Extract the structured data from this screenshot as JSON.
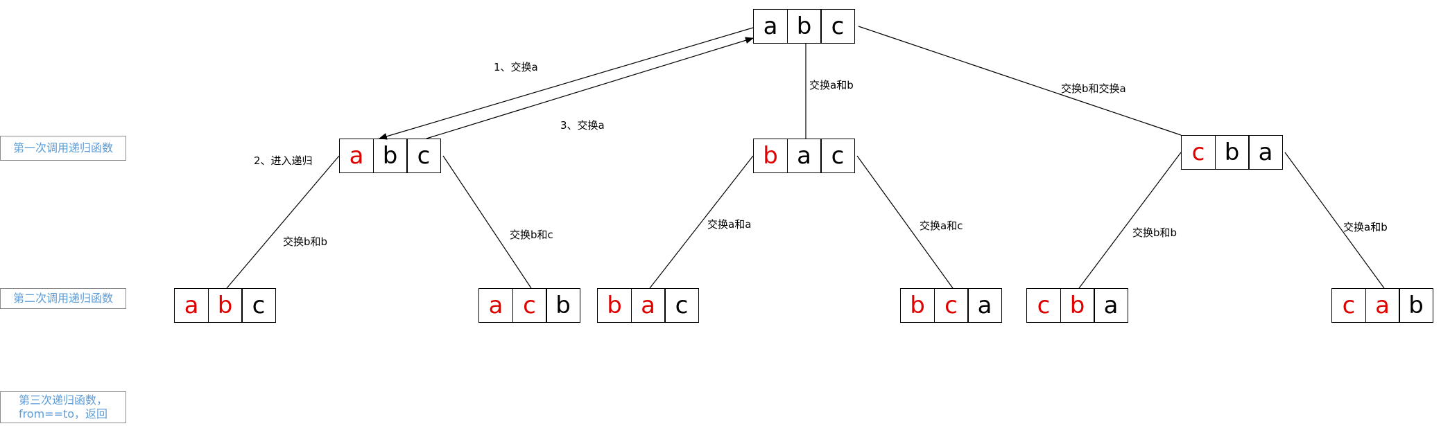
{
  "colors": {
    "highlight": "#e00000",
    "normal": "#000000",
    "label_text": "#5b9bd5",
    "line": "#000000"
  },
  "row_labels": {
    "first": "第一次调用递归函数",
    "second": "第二次调用递归函数",
    "third_line1": "第三次递归函数，",
    "third_line2": "from==to，返回"
  },
  "nodes": {
    "root": {
      "cells": [
        {
          "ch": "a",
          "red": false
        },
        {
          "ch": "b",
          "red": false
        },
        {
          "ch": "c",
          "red": false
        }
      ]
    },
    "l1_a": {
      "cells": [
        {
          "ch": "a",
          "red": true
        },
        {
          "ch": "b",
          "red": false
        },
        {
          "ch": "c",
          "red": false
        }
      ]
    },
    "l1_b": {
      "cells": [
        {
          "ch": "b",
          "red": true
        },
        {
          "ch": "a",
          "red": false
        },
        {
          "ch": "c",
          "red": false
        }
      ]
    },
    "l1_c": {
      "cells": [
        {
          "ch": "c",
          "red": true
        },
        {
          "ch": "b",
          "red": false
        },
        {
          "ch": "a",
          "red": false
        }
      ]
    },
    "l2_abc": {
      "cells": [
        {
          "ch": "a",
          "red": true
        },
        {
          "ch": "b",
          "red": true
        },
        {
          "ch": "c",
          "red": false
        }
      ]
    },
    "l2_acb": {
      "cells": [
        {
          "ch": "a",
          "red": true
        },
        {
          "ch": "c",
          "red": true
        },
        {
          "ch": "b",
          "red": false
        }
      ]
    },
    "l2_bac": {
      "cells": [
        {
          "ch": "b",
          "red": true
        },
        {
          "ch": "a",
          "red": true
        },
        {
          "ch": "c",
          "red": false
        }
      ]
    },
    "l2_bca": {
      "cells": [
        {
          "ch": "b",
          "red": true
        },
        {
          "ch": "c",
          "red": true
        },
        {
          "ch": "a",
          "red": false
        }
      ]
    },
    "l2_cba": {
      "cells": [
        {
          "ch": "c",
          "red": true
        },
        {
          "ch": "b",
          "red": true
        },
        {
          "ch": "a",
          "red": false
        }
      ]
    },
    "l2_cab": {
      "cells": [
        {
          "ch": "c",
          "red": true
        },
        {
          "ch": "a",
          "red": true
        },
        {
          "ch": "b",
          "red": false
        }
      ]
    }
  },
  "edge_labels": {
    "step1": "1、交换a",
    "step2": "2、进入递归",
    "step3": "3、交换a",
    "swap_ab_root": "交换a和b",
    "swap_b_and_a": "交换b和交换a",
    "swap_bb": "交换b和b",
    "swap_bc": "交换b和c",
    "swap_aa": "交换a和a",
    "swap_ac": "交换a和c",
    "swap_bb_2": "交换b和b",
    "swap_ab_2": "交换a和b"
  }
}
